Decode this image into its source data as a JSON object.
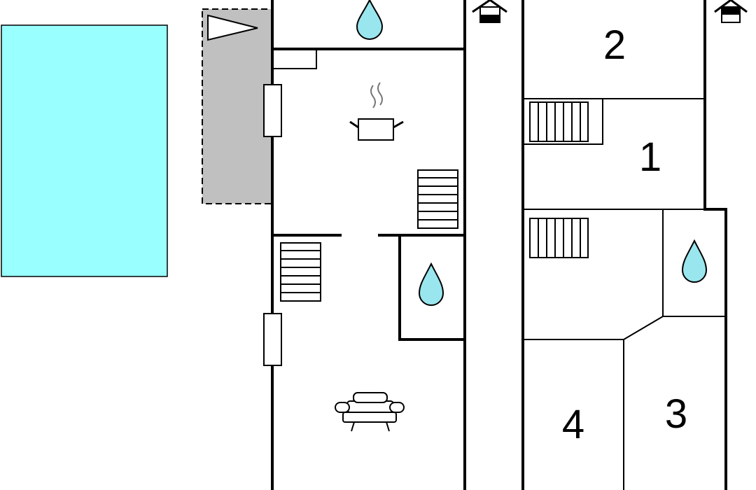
{
  "colors": {
    "pool": "#99FFFF",
    "terrace": "#C0C0C0",
    "water": "#99E6EE",
    "wall": "#000000",
    "background": "#FFFFFF"
  },
  "icons": {
    "water_drop": "water-drop-icon",
    "cooking_pot": "cooking-pot-icon",
    "sofa": "sofa-icon",
    "stairs": "stairs-icon",
    "entrance": "house-entrance-icon",
    "flag": "pennant-flag-icon",
    "window": "window-icon"
  },
  "rooms": {
    "room_1": "1",
    "room_2": "2",
    "room_3": "3",
    "room_4": "4"
  }
}
